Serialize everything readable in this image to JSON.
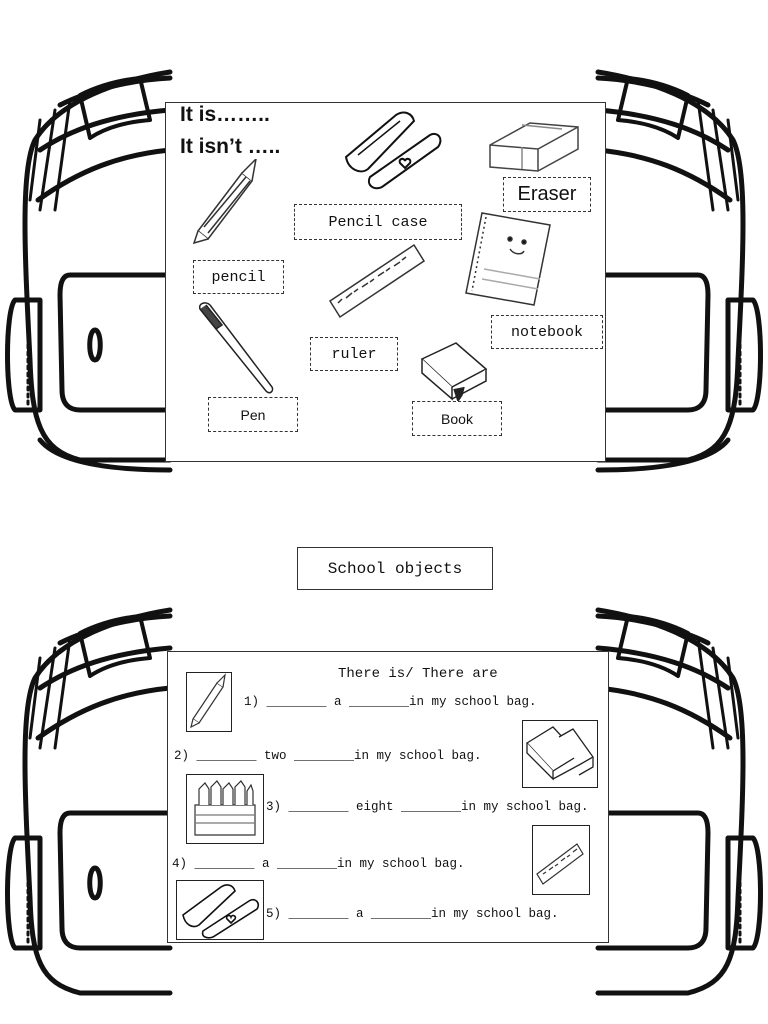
{
  "top_panel": {
    "heading_line1": "It is……..",
    "heading_line2": "It isn’t …..",
    "labels": {
      "pencil_case": "Pencil case",
      "eraser": "Eraser",
      "pencil": "pencil",
      "notebook": "notebook",
      "ruler": "ruler",
      "pen": "Pen",
      "book": "Book"
    }
  },
  "section_title": "School objects",
  "bottom_panel": {
    "title": "There is/ There are",
    "sentences": [
      "1) ________ a ________in my school bag.",
      "2) ________ two ________in my school bag.",
      "3) ________ eight ________in my school bag.",
      "4) ________ a ________in my school bag.",
      "5) ________ a ________in my school bag."
    ]
  },
  "icons": {
    "pencil": "pencil-icon",
    "pencil_case": "pencil-case-icon",
    "eraser": "eraser-icon",
    "notebook": "notebook-icon",
    "ruler": "ruler-icon",
    "pen": "pen-icon",
    "book": "book-icon",
    "books": "books-icon",
    "crayons": "crayons-box-icon",
    "backpack": "backpack-icon"
  }
}
